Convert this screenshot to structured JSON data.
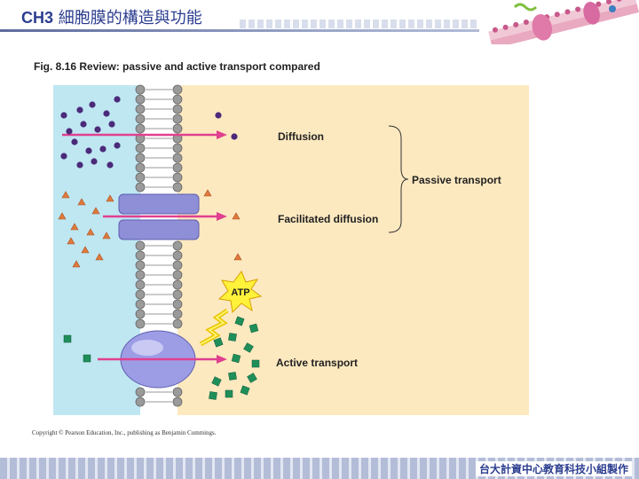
{
  "header": {
    "chapter": "CH3",
    "title": "細胞膜的構造與功能"
  },
  "figure": {
    "title": "Fig. 8.16  Review: passive and active transport compared",
    "labels": {
      "diffusion": "Diffusion",
      "facilitated_diffusion": "Facilitated diffusion",
      "passive_transport": "Passive transport",
      "active_transport": "Active transport",
      "atp": "ATP"
    },
    "copyright": "Copyright © Pearson Education, Inc., publishing as Benjamin Cummings."
  },
  "footer": {
    "credit": "台大計資中心教育科技小組製作"
  },
  "colors": {
    "header_text": "#2b3d8f",
    "outside_region": "#bfe7f2",
    "inside_region": "#fde9c0",
    "arrow": "#e0408f",
    "solute_diffusion": "#4b2a7a",
    "solute_facilitated": "#e07a3c",
    "solute_active": "#1f8f5a",
    "channel_protein": "#8f8fd8",
    "pump_protein": "#9d9de6",
    "atp_burst": "#fff23a"
  }
}
